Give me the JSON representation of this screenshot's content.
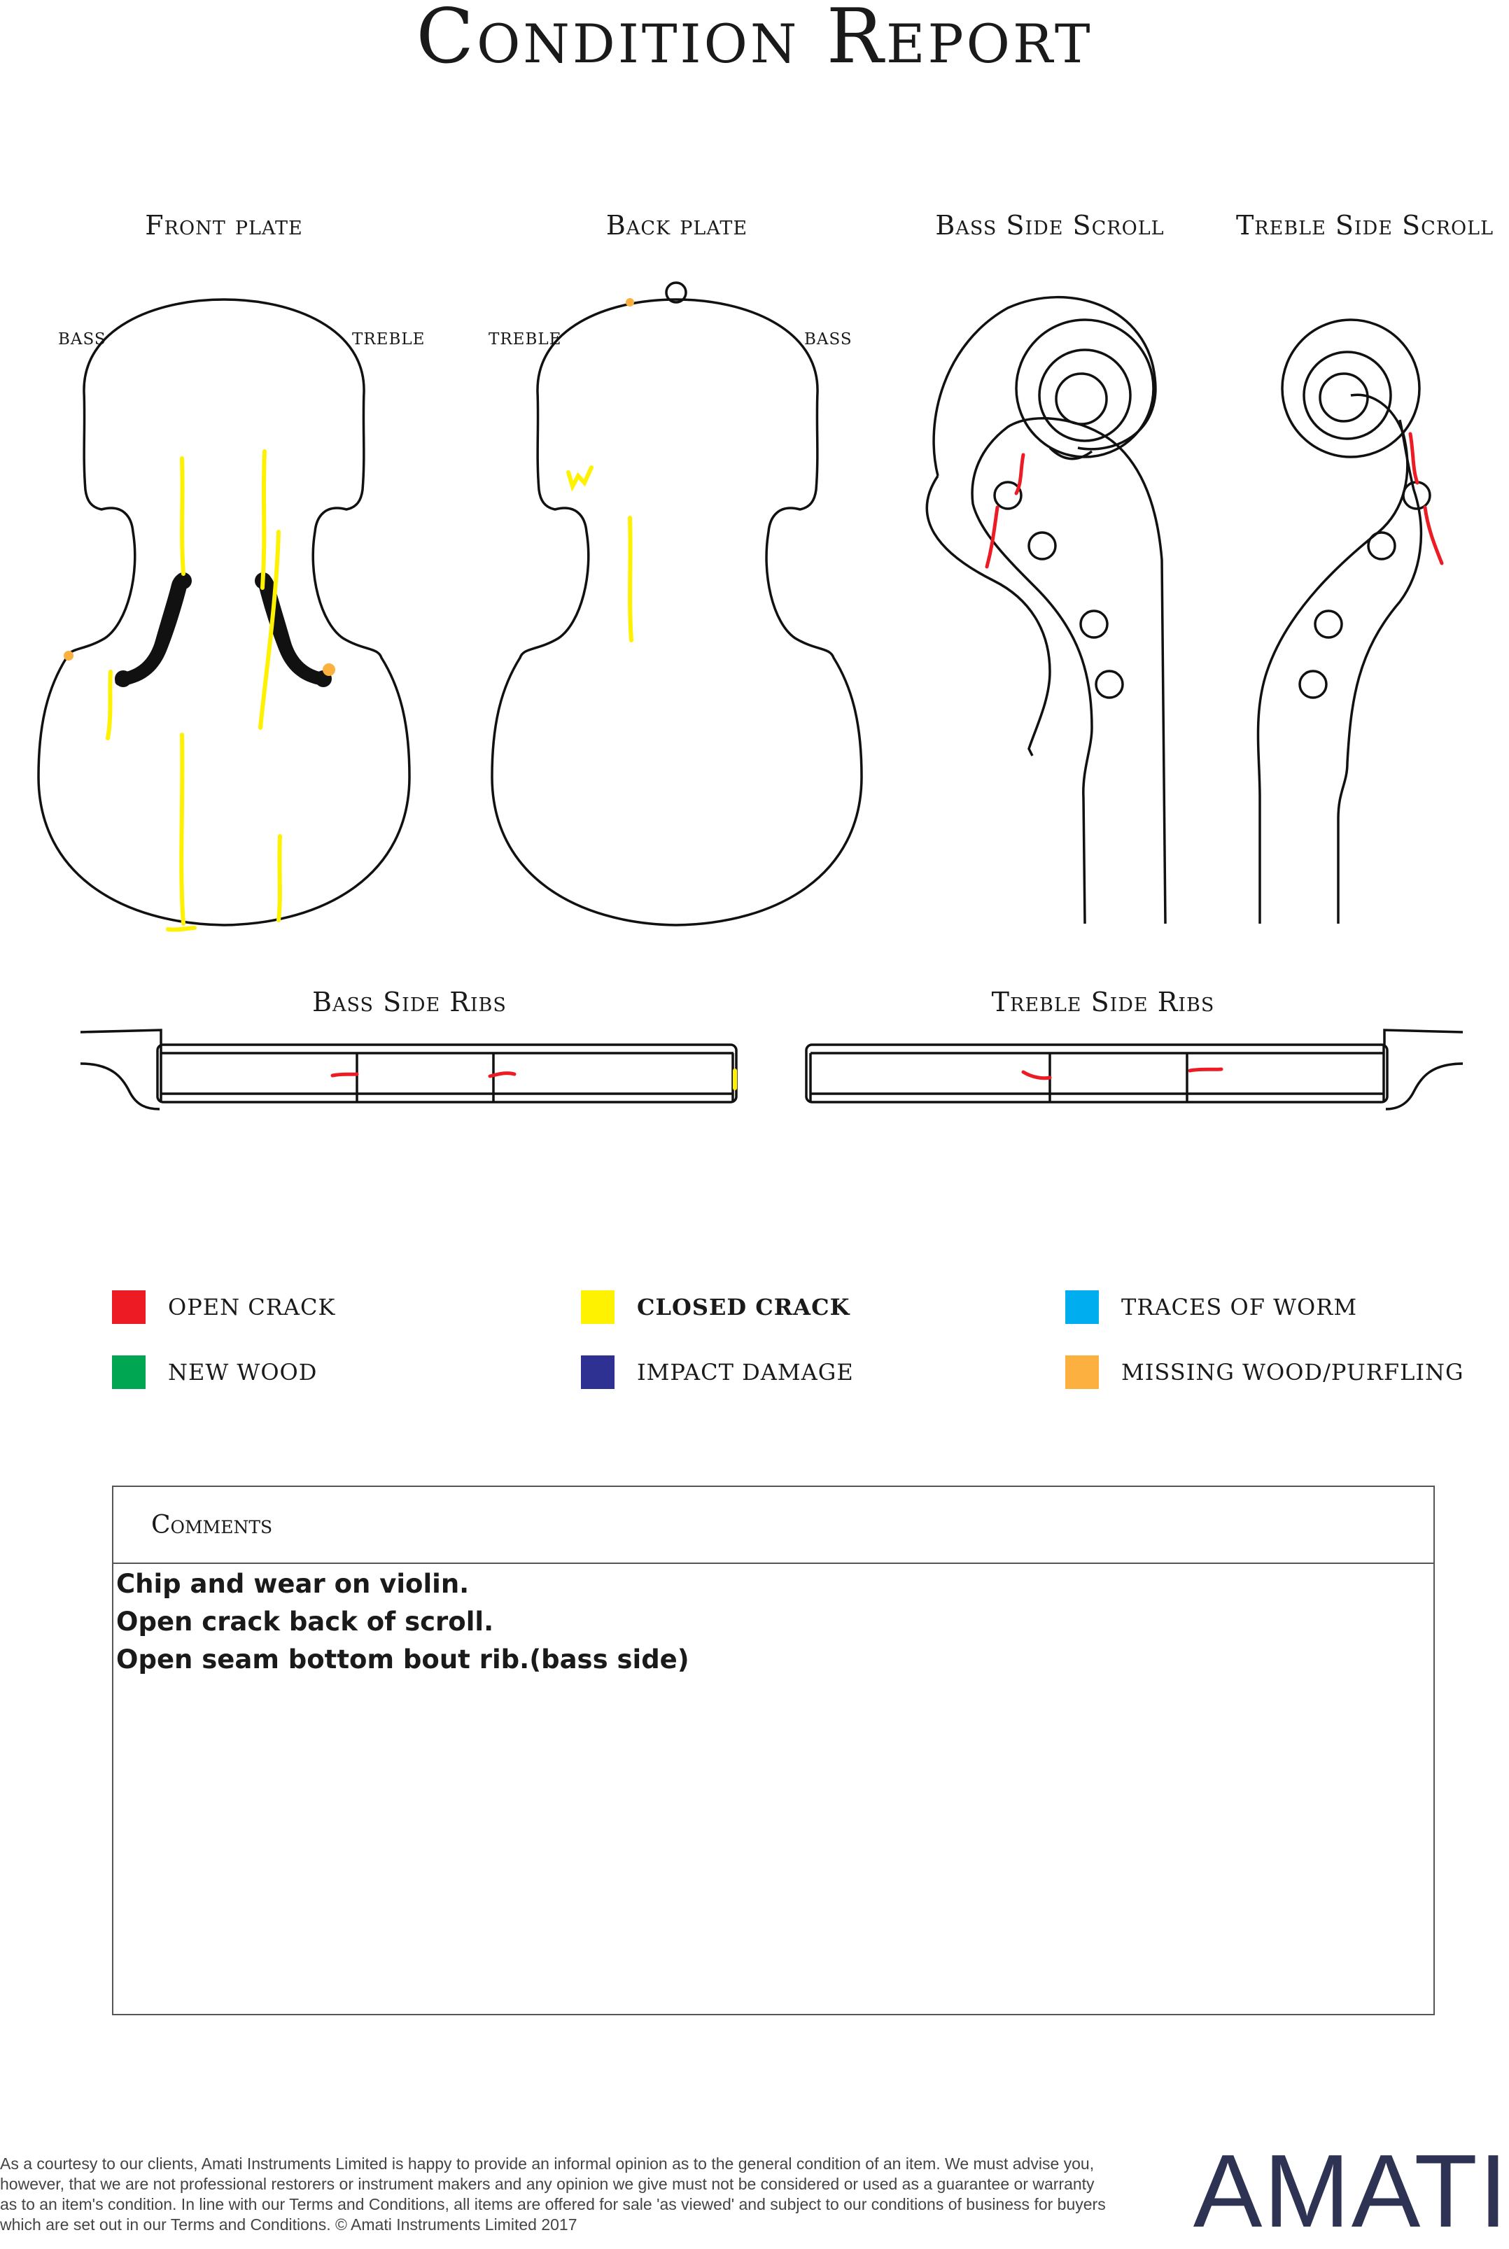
{
  "title": "Condition Report",
  "views": {
    "front_plate": "Front plate",
    "back_plate": "Back plate",
    "bass_side_scroll": "Bass Side Scroll",
    "treble_side_scroll": "Treble Side Scroll",
    "bass_side_ribs": "Bass Side Ribs",
    "treble_side_ribs": "Treble Side Ribs"
  },
  "side_labels": {
    "front_left": "BASS",
    "front_right": "TREBLE",
    "back_left": "TREBLE",
    "back_right": "BASS"
  },
  "legend": [
    {
      "label": "Open crack",
      "color": "#ed1c24"
    },
    {
      "label": "Closed crack",
      "color": "#fff200"
    },
    {
      "label": "Traces of worm",
      "color": "#00aeef"
    },
    {
      "label": "New wood",
      "color": "#00a651"
    },
    {
      "label": "Impact damage",
      "color": "#2e3192"
    },
    {
      "label": "Missing wood/purfling",
      "color": "#fbb040"
    }
  ],
  "comments": {
    "heading": "Comments",
    "lines": [
      "Chip and wear on violin.",
      "Open crack back of scroll.",
      "Open seam bottom bout rib.(bass side)"
    ]
  },
  "footer": {
    "disclaimer": "As a courtesy to our clients, Amati Instruments Limited is happy to provide an informal opinion as to the general condition of an item. We must advise you, however, that we are not professional restorers or instrument makers and any opinion we give must not be considered or used as a guarantee or warranty as to an item's condition. In line with our Terms and Conditions, all items are offered for sale 'as viewed' and subject to our conditions of business for buyers which are set out in our Terms and Conditions. © Amati Instruments Limited 2017",
    "logo": "AMATI"
  },
  "colors": {
    "brand": "#2e3353",
    "ink": "#1a1a1a"
  }
}
